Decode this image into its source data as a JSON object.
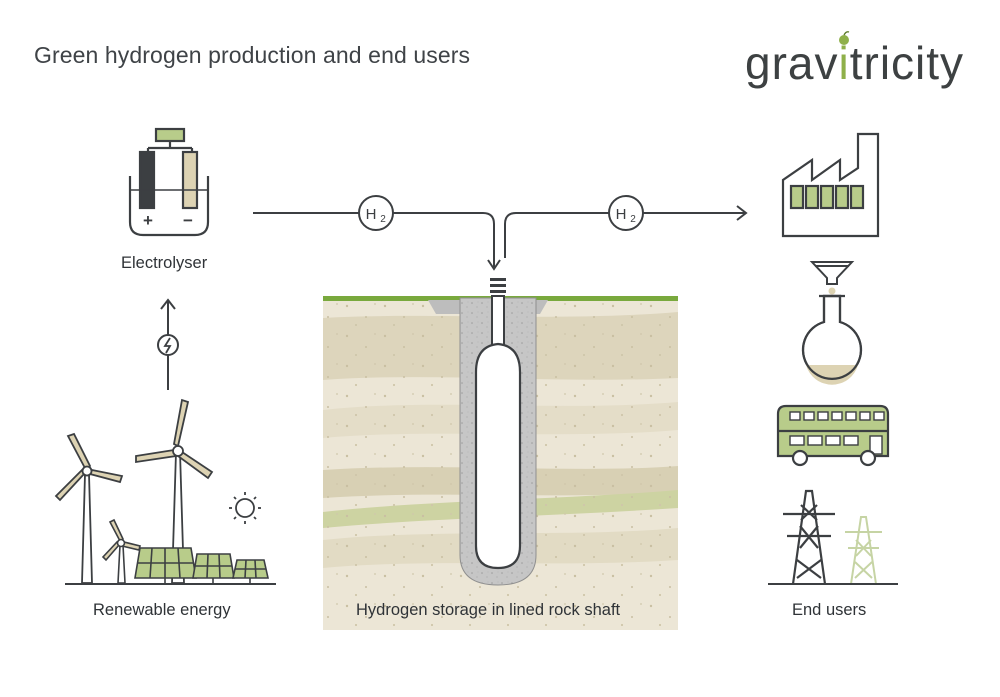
{
  "header": {
    "title": "Green hydrogen production and end users"
  },
  "logo": {
    "text_before": "grav",
    "text_accent": "i",
    "text_after": "tricity",
    "accent_color": "#8fb04a"
  },
  "labels": {
    "electrolyser": "Electrolyser",
    "renewable_energy": "Renewable energy",
    "storage": "Hydrogen storage in lined rock shaft",
    "end_users": "End users"
  },
  "flow": {
    "h2_left": "H",
    "h2_left_sub": "2",
    "h2_right": "H",
    "h2_right_sub": "2"
  },
  "battery_signs": {
    "plus": "+",
    "minus": "−"
  },
  "colors": {
    "green": "#b8cc8a",
    "grass": "#79a93d",
    "line": "#3c3f42",
    "soil_light": "#ece6d6",
    "soil_mid": "#ddd5bc",
    "concrete": "#c4c4c4"
  },
  "icons": [
    "electrolyser-icon",
    "lightning-icon",
    "wind-turbine-icon",
    "solar-panel-icon",
    "sun-icon",
    "factory-icon",
    "funnel-icon",
    "flask-icon",
    "bus-icon",
    "pylon-icon"
  ]
}
